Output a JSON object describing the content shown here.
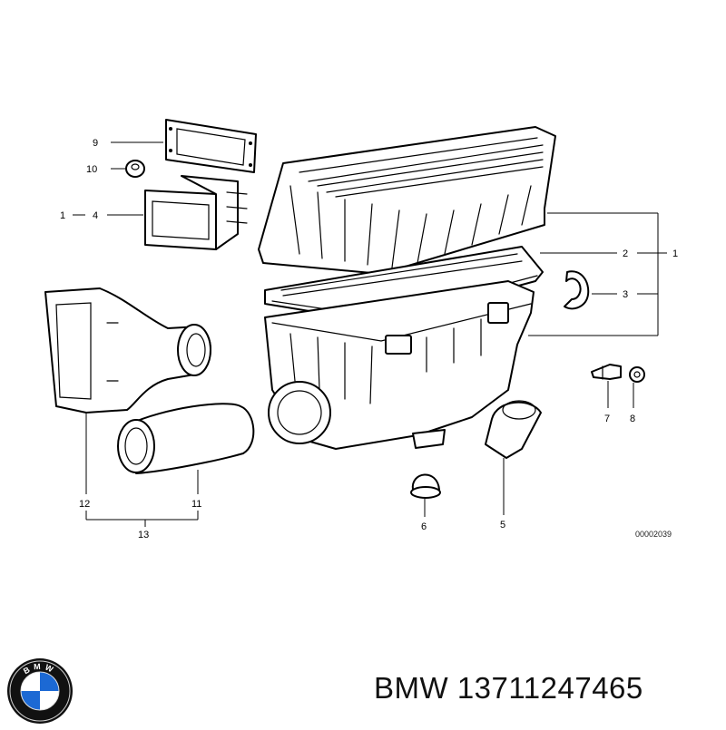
{
  "diagram": {
    "callouts": {
      "c9": "9",
      "c10": "10",
      "c1a": "1",
      "c4": "4",
      "c2": "2",
      "c1b": "1",
      "c3": "3",
      "c7": "7",
      "c8": "8",
      "c12": "12",
      "c11": "11",
      "c13": "13",
      "c6": "6",
      "c5": "5"
    },
    "reference_code": "00002039"
  },
  "caption": {
    "brand": "BMW",
    "part_number": "13711247465",
    "text": "BMW 13711247465"
  },
  "logo": {
    "icon": "bmw-roundel-icon",
    "letters": [
      "B",
      "M",
      "W"
    ],
    "colors": {
      "ring": "#111111",
      "blue": "#1c69d4",
      "white": "#ffffff"
    }
  }
}
